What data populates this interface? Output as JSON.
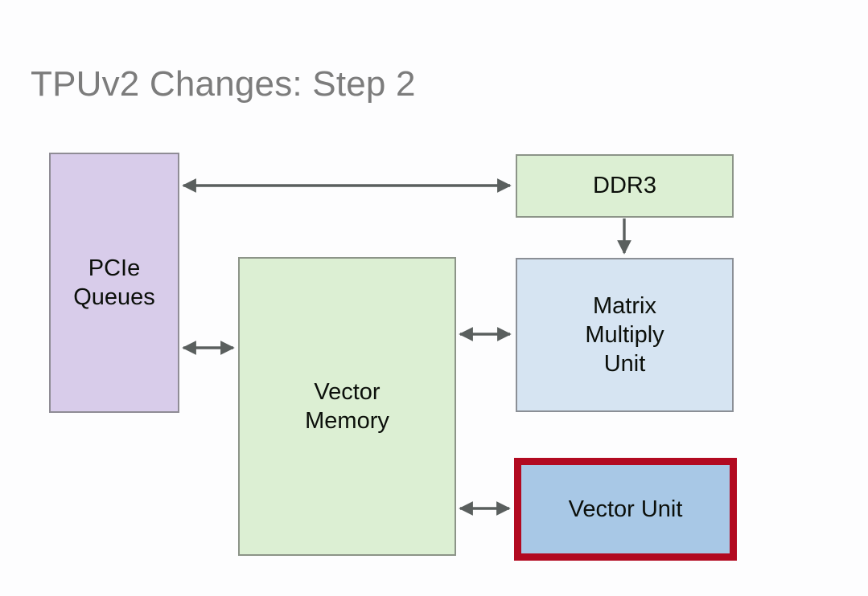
{
  "slide": {
    "title": "TPUv2 Changes: Step 2",
    "background_color": "#fdfdfe",
    "title_color": "#7c7c7c"
  },
  "blocks": [
    {
      "id": "pcie",
      "label": "PCIe\nQueues",
      "fill": "#d8ccea",
      "border": "#8f8c95",
      "highlighted": false
    },
    {
      "id": "vmem",
      "label": "Vector\nMemory",
      "fill": "#dcefd3",
      "border": "#8c9488",
      "highlighted": false
    },
    {
      "id": "ddr3",
      "label": "DDR3",
      "fill": "#dcefd3",
      "border": "#8c9488",
      "highlighted": false
    },
    {
      "id": "mmu",
      "label": "Matrix\nMultiply\nUnit",
      "fill": "#d6e4f2",
      "border": "#8b8f96",
      "highlighted": false
    },
    {
      "id": "vunit",
      "label": "Vector Unit",
      "fill": "#a8c8e6",
      "border": "#b20a21",
      "highlighted": true
    }
  ],
  "connections": [
    {
      "id": "pcie-ddr3",
      "from": "pcie",
      "to": "ddr3",
      "direction": "bidirectional",
      "color": "#5a5f5e"
    },
    {
      "id": "pcie-vmem",
      "from": "pcie",
      "to": "vmem",
      "direction": "bidirectional",
      "color": "#5a5f5e"
    },
    {
      "id": "ddr3-mmu",
      "from": "ddr3",
      "to": "mmu",
      "direction": "down",
      "color": "#5a5f5e"
    },
    {
      "id": "vmem-mmu",
      "from": "vmem",
      "to": "mmu",
      "direction": "bidirectional",
      "color": "#5a5f5e"
    },
    {
      "id": "vmem-vunit",
      "from": "vmem",
      "to": "vunit",
      "direction": "bidirectional",
      "color": "#5a5f5e"
    }
  ]
}
